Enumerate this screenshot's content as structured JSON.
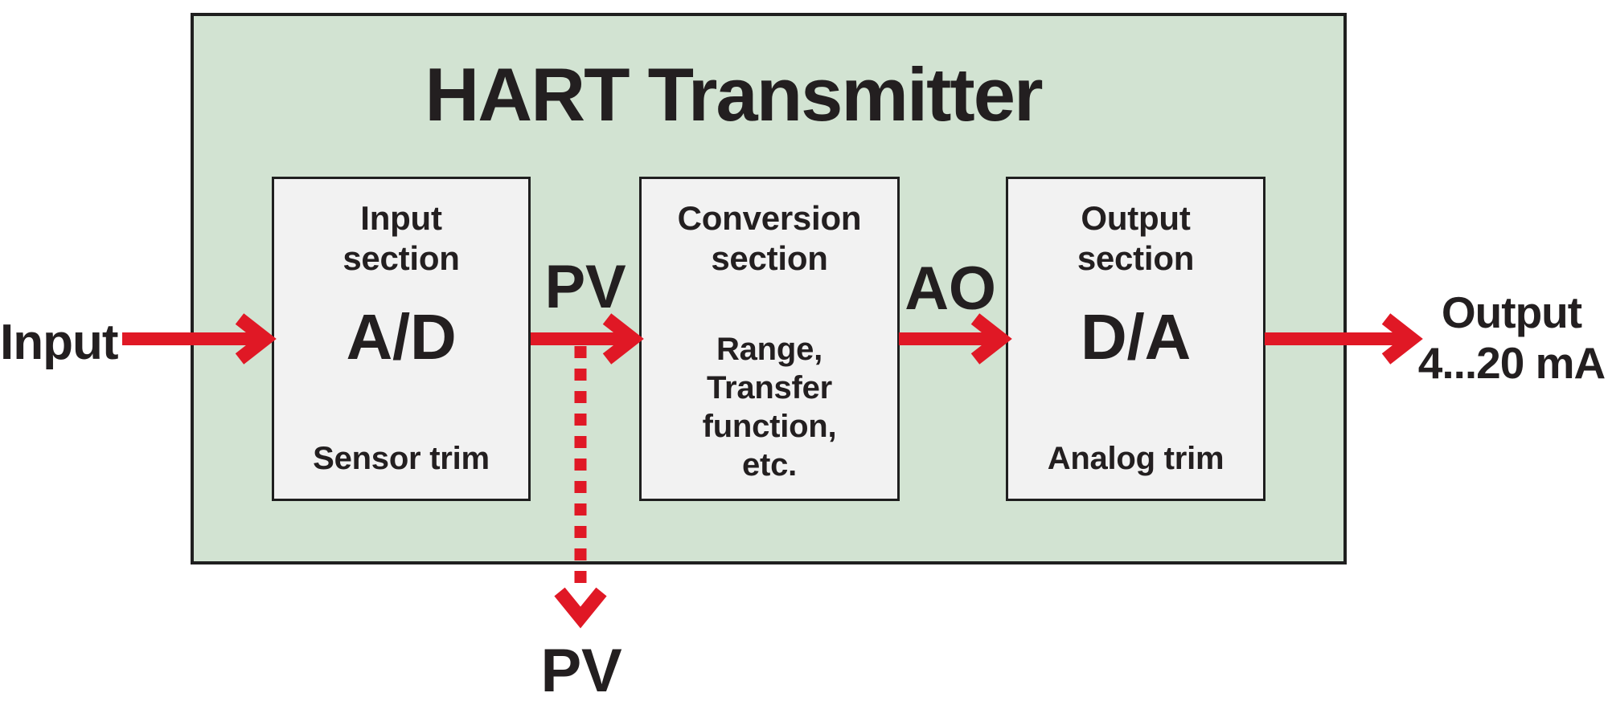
{
  "title": "HART Transmitter",
  "blocks": [
    {
      "name": "input-section",
      "header_line1": "Input",
      "header_line2": "section",
      "big_label": "A/D",
      "footer_lines": [
        "Sensor trim"
      ]
    },
    {
      "name": "conversion-section",
      "header_line1": "Conversion",
      "header_line2": "section",
      "big_label": "",
      "footer_lines": [
        "Range,",
        "Transfer function,",
        "etc."
      ]
    },
    {
      "name": "output-section",
      "header_line1": "Output",
      "header_line2": "section",
      "big_label": "D/A",
      "footer_lines": [
        "Analog trim"
      ]
    }
  ],
  "labels": {
    "input": "Input",
    "pv": "PV",
    "ao": "AO",
    "output_line1": "Output",
    "output_line2": "4...20 mA",
    "pv_branch": "PV"
  },
  "colors": {
    "container_fill": "#d2e3d2",
    "box_fill": "#f2f2f2",
    "border_dark": "#1f1f1f",
    "arrow_red": "#e01825",
    "text_dark": "#231f20"
  }
}
